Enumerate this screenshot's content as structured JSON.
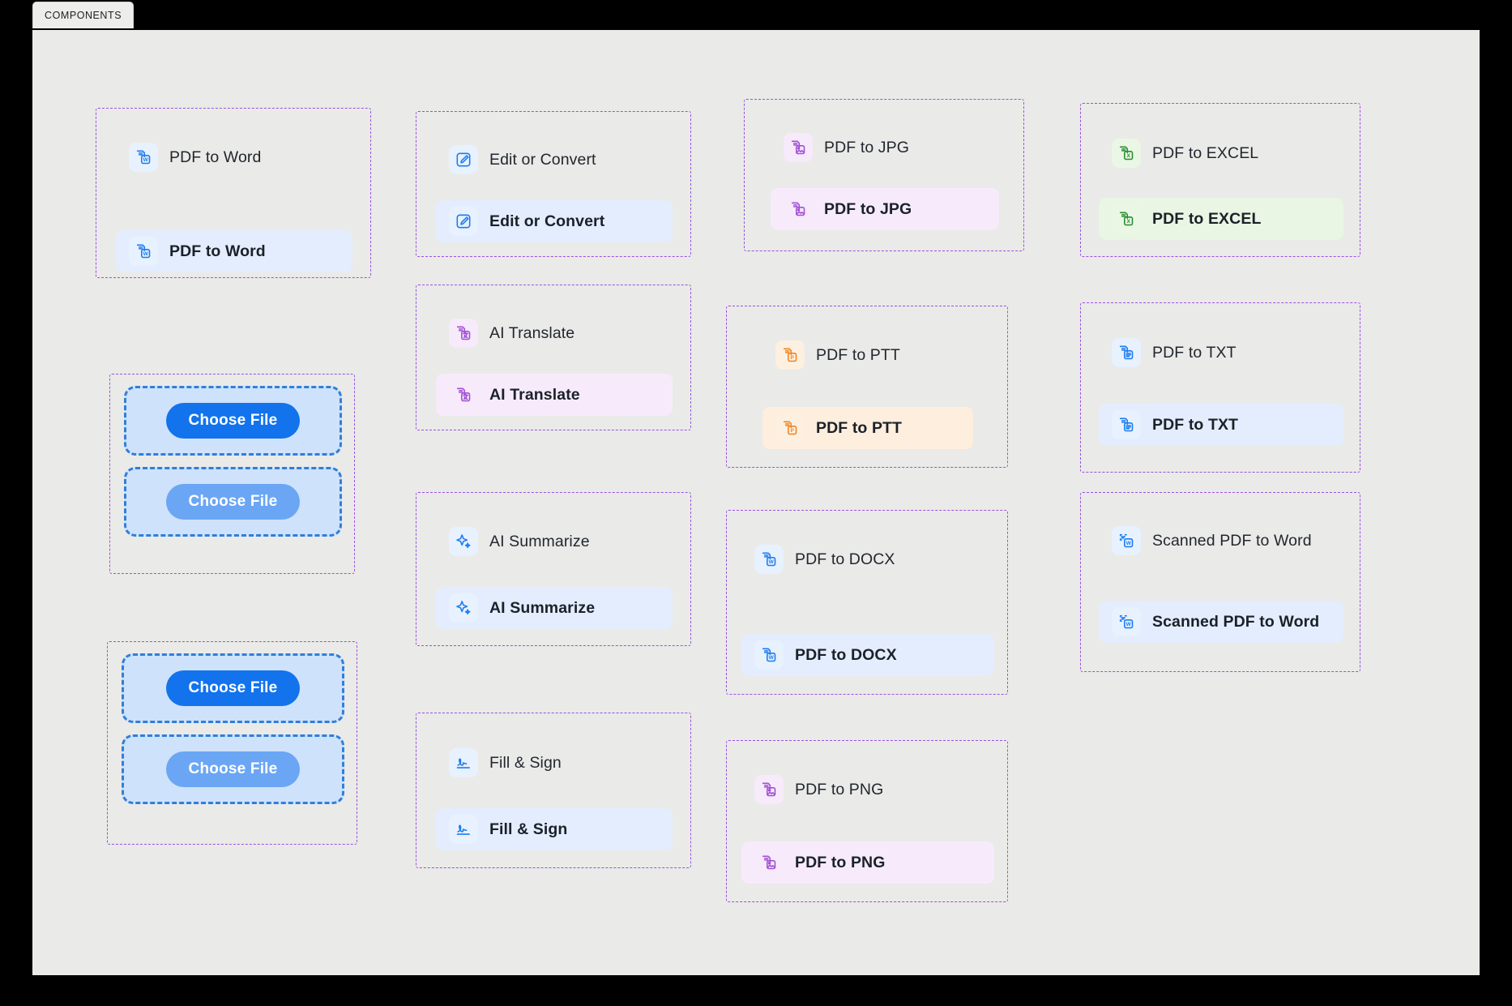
{
  "app": {
    "tab_label": "COMPONENTS"
  },
  "colors": {
    "canvas": "#eaeae8",
    "frame_border": "#9b51e0",
    "blue": "#1273ed",
    "blue_soft": "#6ba6f4",
    "dropzone_bg": "#cfe2fb",
    "dropzone_border": "#2f7fdb",
    "hover_blue": "#e4edfd",
    "hover_purple": "#f7ebfb",
    "hover_green": "#e8f6e3",
    "hover_orange": "#fdeedd",
    "icon_blue": "#1a7cf0",
    "icon_purple": "#a24fd4",
    "icon_green": "#2a8c32",
    "icon_orange": "#ef8321"
  },
  "dropzones": [
    {
      "id": "dropzone-default",
      "label": "Choose File",
      "variant": "primary"
    },
    {
      "id": "dropzone-hover",
      "label": "Choose File",
      "variant": "soft"
    },
    {
      "id": "dropzone-default-2",
      "label": "Choose File",
      "variant": "primary"
    },
    {
      "id": "dropzone-hover-2",
      "label": "Choose File",
      "variant": "soft"
    }
  ],
  "menu_items": [
    {
      "id": "pdf-to-word",
      "label": "PDF to Word",
      "icon": "word-doc-icon",
      "tone": "blue"
    },
    {
      "id": "edit-or-convert",
      "label": "Edit or Convert",
      "icon": "pencil-square-icon",
      "tone": "blue"
    },
    {
      "id": "ai-translate",
      "label": "AI Translate",
      "icon": "translate-doc-icon",
      "tone": "purple"
    },
    {
      "id": "ai-summarize",
      "label": "AI Summarize",
      "icon": "sparkle-icon",
      "tone": "blue"
    },
    {
      "id": "fill-and-sign",
      "label": "Fill & Sign",
      "icon": "signature-icon",
      "tone": "blue"
    },
    {
      "id": "pdf-to-jpg",
      "label": "PDF to JPG",
      "icon": "image-doc-icon",
      "tone": "purple"
    },
    {
      "id": "pdf-to-ptt",
      "label": "PDF to PTT",
      "icon": "powerpoint-doc-icon",
      "tone": "orange"
    },
    {
      "id": "pdf-to-docx",
      "label": "PDF to DOCX",
      "icon": "word-doc-icon",
      "tone": "blue"
    },
    {
      "id": "pdf-to-png",
      "label": "PDF to PNG",
      "icon": "image-doc-icon",
      "tone": "purple"
    },
    {
      "id": "pdf-to-excel",
      "label": "PDF to EXCEL",
      "icon": "excel-doc-icon",
      "tone": "green"
    },
    {
      "id": "pdf-to-txt",
      "label": "PDF to TXT",
      "icon": "text-doc-icon",
      "tone": "blue"
    },
    {
      "id": "scanned-pdf-to-word",
      "label": "Scanned PDF to Word",
      "icon": "scan-word-doc-icon",
      "tone": "blue"
    }
  ]
}
